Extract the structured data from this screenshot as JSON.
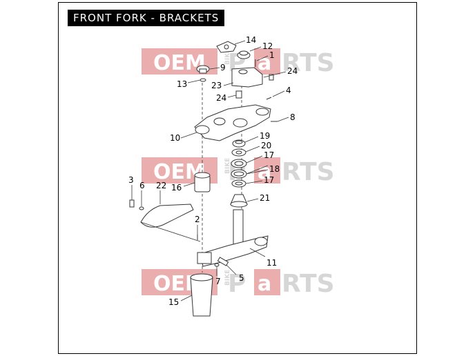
{
  "title": "FRONT FORK - BRACKETS",
  "colors": {
    "watermark_red": "#e8a0a0",
    "watermark_gray": "#d0d0d0",
    "line": "#333333"
  },
  "watermark": {
    "left": "OEM",
    "middle": "BIKE",
    "right": "RTS",
    "p": "P",
    "a": "a"
  },
  "callouts": {
    "c1": "1",
    "c2": "2",
    "c3": "3",
    "c4": "4",
    "c5": "5",
    "c6": "6",
    "c7": "7",
    "c8": "8",
    "c9": "9",
    "c10": "10",
    "c11": "11",
    "c12": "12",
    "c13": "13",
    "c14": "14",
    "c15": "15",
    "c16": "16",
    "c17a": "17",
    "c17b": "17",
    "c18": "18",
    "c19": "19",
    "c20": "20",
    "c21": "21",
    "c22": "22",
    "c23": "23",
    "c24a": "24",
    "c24b": "24"
  }
}
